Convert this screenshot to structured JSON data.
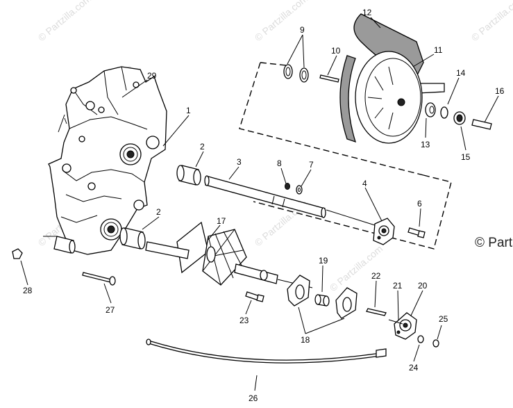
{
  "watermark": {
    "text": "© Partzilla.com",
    "edge_text": "© Parts"
  },
  "callouts": [
    "1",
    "2",
    "2",
    "3",
    "4",
    "6",
    "7",
    "8",
    "9",
    "10",
    "11",
    "12",
    "13",
    "14",
    "15",
    "16",
    "17",
    "18",
    "19",
    "20",
    "21",
    "22",
    "23",
    "24",
    "25",
    "26",
    "27",
    "28",
    "29"
  ]
}
